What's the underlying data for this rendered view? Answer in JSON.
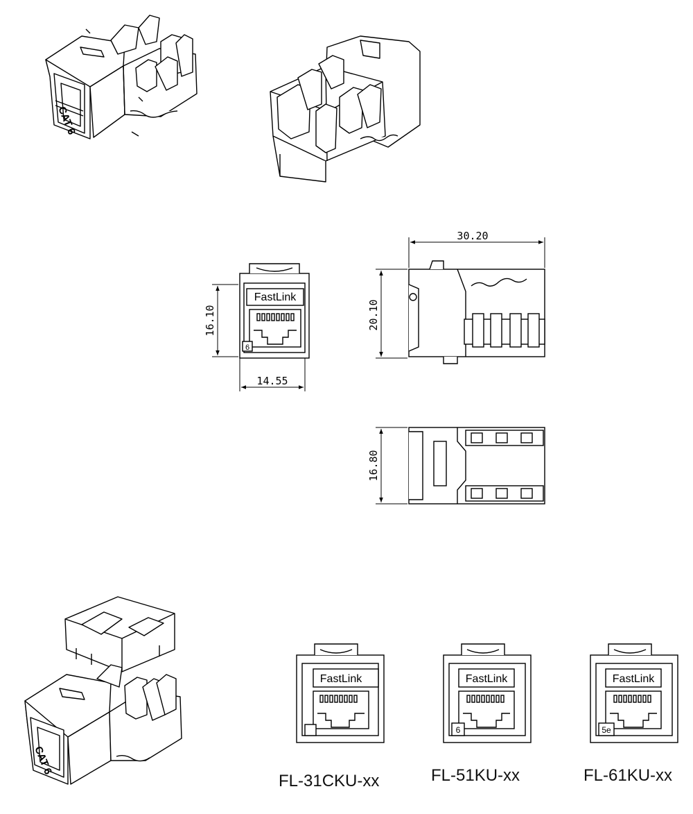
{
  "dimensions": {
    "depth": "30.20",
    "height": "20.10",
    "front_height": "16.10",
    "front_width": "14.55",
    "top_width": "16.80"
  },
  "front_view": {
    "brand": "FastLink",
    "cat_mark": "6"
  },
  "iso_view_marks": {
    "cat_label": "CAT 6"
  },
  "variants": [
    {
      "brand": "FastLink",
      "cat_mark": "",
      "model": "FL-31CKU-xx"
    },
    {
      "brand": "FastLink",
      "cat_mark": "6",
      "model": "FL-51KU-xx"
    },
    {
      "brand": "FastLink",
      "cat_mark": "5e",
      "model": "FL-61KU-xx"
    }
  ]
}
